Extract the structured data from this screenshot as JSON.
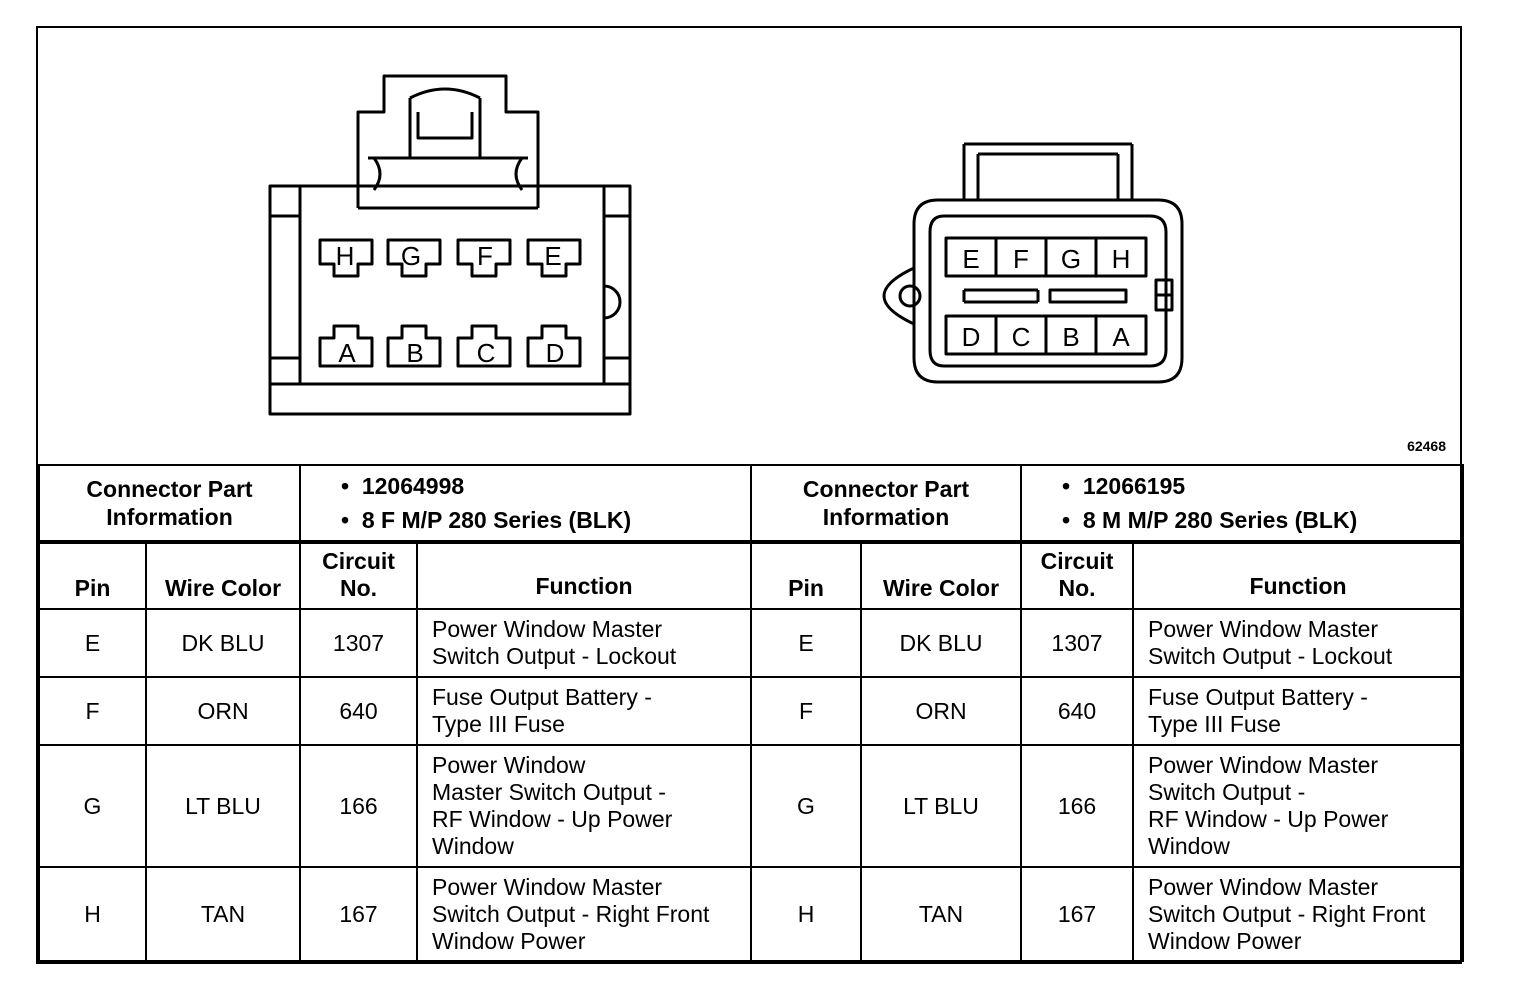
{
  "figure_number": "62468",
  "left_connector": {
    "pins_top": [
      "H",
      "G",
      "F",
      "E"
    ],
    "pins_bottom": [
      "A",
      "B",
      "C",
      "D"
    ],
    "part_label": "Connector Part Information",
    "part_numbers": [
      "12064998",
      "8 F M/P 280 Series (BLK)"
    ]
  },
  "right_connector": {
    "pins_top": [
      "E",
      "F",
      "G",
      "H"
    ],
    "pins_bottom": [
      "D",
      "C",
      "B",
      "A"
    ],
    "part_label": "Connector Part Information",
    "part_numbers": [
      "12066195",
      "8 M M/P 280 Series (BLK)"
    ]
  },
  "columns": {
    "pin": "Pin",
    "wire_color": "Wire Color",
    "circuit_line1": "Circuit",
    "circuit_line2": "No.",
    "function": "Function"
  },
  "left_rows": [
    {
      "pin": "E",
      "wire": "DK BLU",
      "circuit": "1307",
      "function": [
        "Power Window Master",
        "Switch Output - Lockout"
      ]
    },
    {
      "pin": "F",
      "wire": "ORN",
      "circuit": "640",
      "function": [
        "Fuse Output Battery -",
        "Type III Fuse"
      ]
    },
    {
      "pin": "G",
      "wire": "LT BLU",
      "circuit": "166",
      "function": [
        "Power Window",
        "Master Switch Output -",
        "RF Window - Up Power",
        "Window"
      ]
    },
    {
      "pin": "H",
      "wire": "TAN",
      "circuit": "167",
      "function": [
        "Power Window Master",
        "Switch Output - Right Front",
        "Window Power"
      ]
    }
  ],
  "right_rows": [
    {
      "pin": "E",
      "wire": "DK BLU",
      "circuit": "1307",
      "function": [
        "Power Window Master",
        "Switch Output - Lockout"
      ]
    },
    {
      "pin": "F",
      "wire": "ORN",
      "circuit": "640",
      "function": [
        "Fuse Output Battery -",
        "Type III Fuse"
      ]
    },
    {
      "pin": "G",
      "wire": "LT BLU",
      "circuit": "166",
      "function": [
        "Power Window Master",
        "Switch Output -",
        "RF Window - Up Power",
        "Window"
      ]
    },
    {
      "pin": "H",
      "wire": "TAN",
      "circuit": "167",
      "function": [
        "Power Window Master",
        "Switch Output - Right Front",
        "Window Power"
      ]
    }
  ]
}
